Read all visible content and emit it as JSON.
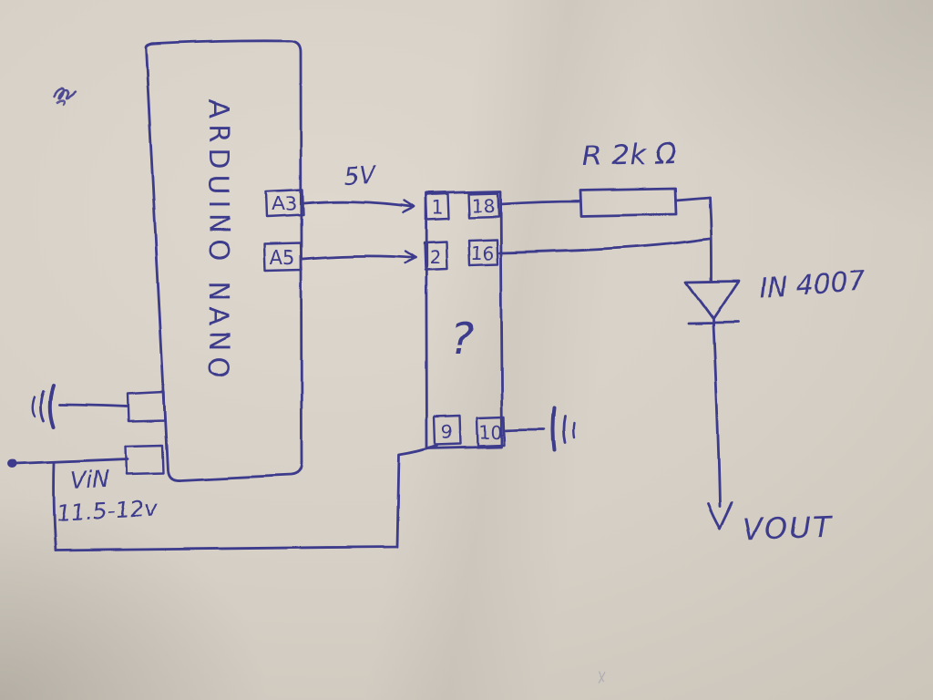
{
  "colors": {
    "ink": "#3d3a8c",
    "paper": "#d6d0c6"
  },
  "arduino": {
    "label": "ARDUINO NANO",
    "pins": {
      "a3": "A3",
      "a5": "A5"
    }
  },
  "supply": {
    "label": "5V"
  },
  "ic": {
    "pins": {
      "p1": "1",
      "p18": "18",
      "p2": "2",
      "p16": "16",
      "p9": "9",
      "p10": "10"
    },
    "unknown_mark": "?"
  },
  "resistor": {
    "label": "R 2k Ω"
  },
  "diode": {
    "label": "IN 4007"
  },
  "vout": {
    "label": "VOUT"
  },
  "vin": {
    "line1": "ViN",
    "line2": "11.5-12v"
  }
}
